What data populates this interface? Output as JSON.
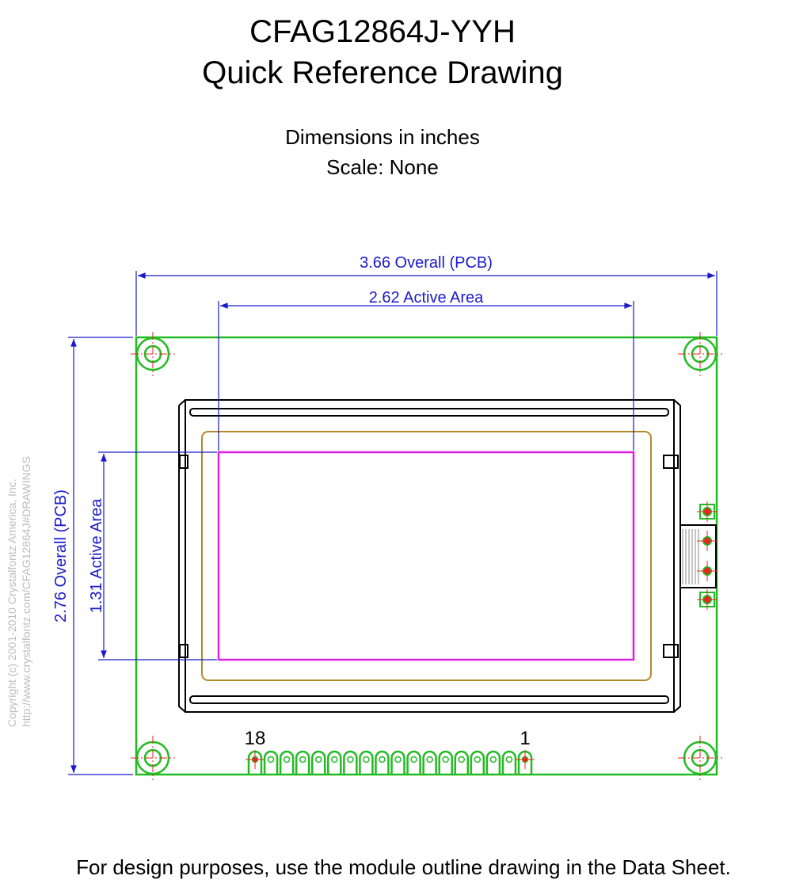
{
  "header": {
    "title_line1": "CFAG12864J-YYH",
    "title_line2": "Quick Reference Drawing",
    "units": "Dimensions in inches",
    "scale": "Scale: None"
  },
  "dimensions": {
    "overall_width": "3.66 Overall (PCB)",
    "active_width": "2.62 Active Area",
    "overall_height": "2.76 Overall (PCB)",
    "active_height": "1.31 Active Area"
  },
  "pins": {
    "left_label": "18",
    "right_label": "1",
    "count": 18
  },
  "copyright": {
    "line1": "Copyright (c) 2001-2010 Crystalfontz America, Inc.",
    "line2": "http://www.crystalfontz.com/CFAG12864J#DRAWINGS"
  },
  "footer": "For design purposes, use the module outline drawing in the Data Sheet.",
  "colors": {
    "pcb": "#22bb22",
    "dimension": "#1a1acc",
    "active_area": "#e020e0",
    "viewing_area": "#b08a2a",
    "centerline": "#ee2222",
    "outline": "#000000"
  }
}
